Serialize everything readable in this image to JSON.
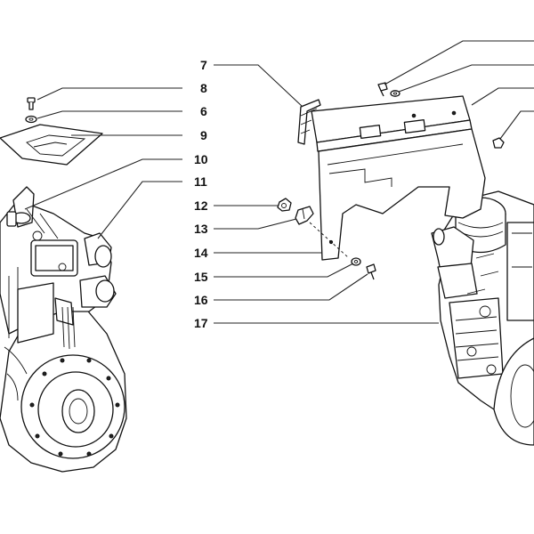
{
  "diagram": {
    "type": "exploded parts diagram",
    "callouts": [
      {
        "id": "c7",
        "label": "7"
      },
      {
        "id": "c8",
        "label": "8"
      },
      {
        "id": "c6",
        "label": "6"
      },
      {
        "id": "c9",
        "label": "9"
      },
      {
        "id": "c10",
        "label": "10"
      },
      {
        "id": "c11",
        "label": "11"
      },
      {
        "id": "c12",
        "label": "12"
      },
      {
        "id": "c13",
        "label": "13"
      },
      {
        "id": "c14",
        "label": "14"
      },
      {
        "id": "c15",
        "label": "15"
      },
      {
        "id": "c16",
        "label": "16"
      },
      {
        "id": "c17",
        "label": "17"
      }
    ]
  },
  "colors": {
    "line": "#222222",
    "background": "#ffffff"
  }
}
